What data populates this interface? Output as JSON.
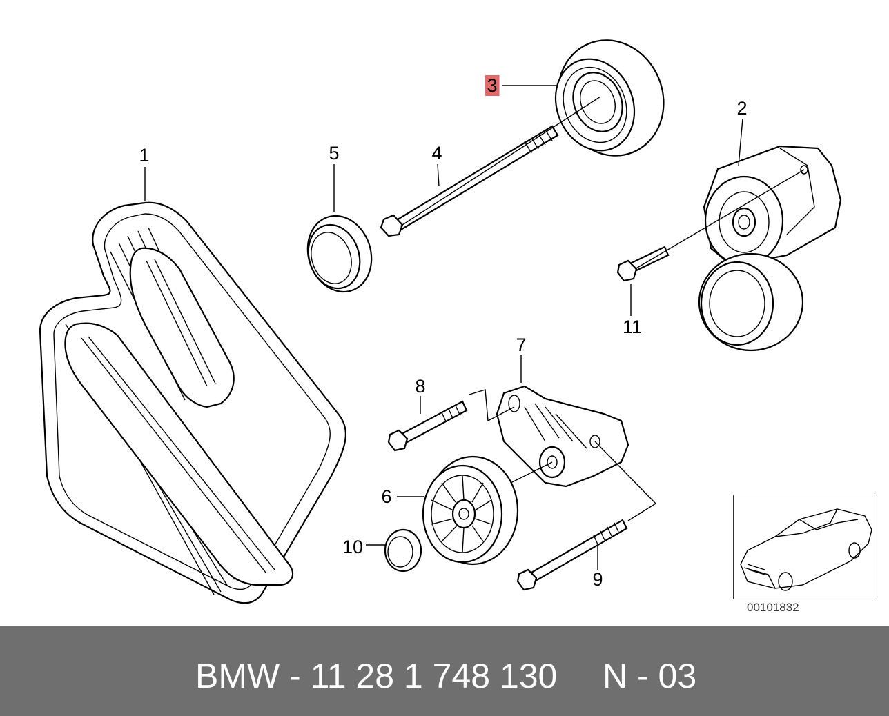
{
  "callouts": {
    "c1": "1",
    "c2": "2",
    "c3": "3",
    "c4": "4",
    "c5": "5",
    "c6": "6",
    "c7": "7",
    "c8": "8",
    "c9": "9",
    "c10": "10",
    "c11": "11"
  },
  "highlight": {
    "part": "3",
    "color": "#e26a6a"
  },
  "thumbnail": {
    "code": "00101832"
  },
  "footer": {
    "part_number": "BMW - 11 28 1 748 130",
    "page": "N - 03",
    "background": "#6f6f6f",
    "text_color": "#ffffff"
  }
}
